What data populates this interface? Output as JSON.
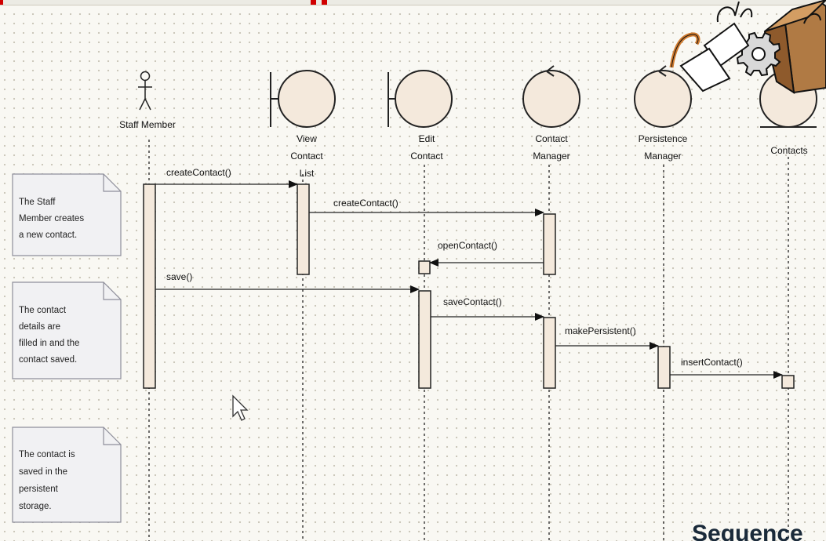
{
  "lifelines": [
    {
      "id": "staff",
      "kind": "actor",
      "label_lines": [
        "Staff Member"
      ]
    },
    {
      "id": "view",
      "kind": "boundary",
      "label_lines": [
        "View",
        "Contact",
        "List"
      ]
    },
    {
      "id": "edit",
      "kind": "boundary",
      "label_lines": [
        "Edit",
        "Contact"
      ]
    },
    {
      "id": "cmgr",
      "kind": "control",
      "label_lines": [
        "Contact",
        "Manager"
      ]
    },
    {
      "id": "pmgr",
      "kind": "control",
      "label_lines": [
        "Persistence",
        "Manager"
      ]
    },
    {
      "id": "contacts",
      "kind": "entity",
      "label_lines": [
        "Contacts"
      ]
    }
  ],
  "messages": [
    {
      "from": "staff",
      "to": "view",
      "label": "createContact()"
    },
    {
      "from": "view",
      "to": "cmgr",
      "label": "createContact()"
    },
    {
      "from": "cmgr",
      "to": "edit",
      "label": "openContact()"
    },
    {
      "from": "staff",
      "to": "edit",
      "label": "save()"
    },
    {
      "from": "edit",
      "to": "cmgr",
      "label": "saveContact()"
    },
    {
      "from": "cmgr",
      "to": "pmgr",
      "label": "makePersistent()"
    },
    {
      "from": "pmgr",
      "to": "contacts",
      "label": "insertContact()"
    }
  ],
  "notes": [
    {
      "lines": [
        "The Staff",
        "Member creates",
        "a new contact."
      ]
    },
    {
      "lines": [
        "The contact",
        "details are",
        "filled in and the",
        "contact saved."
      ]
    },
    {
      "lines": [
        "The contact is",
        "saved in the",
        "persistent",
        "storage."
      ]
    }
  ],
  "title_partial": "Sequence",
  "colors": {
    "lifeline_fill": "#f4e9dc",
    "line": "#111111",
    "note_fill": "#f1f1f3",
    "canvas": "#f9f8f3",
    "title": "#1a2a3a",
    "top_mark": "#d10000"
  }
}
